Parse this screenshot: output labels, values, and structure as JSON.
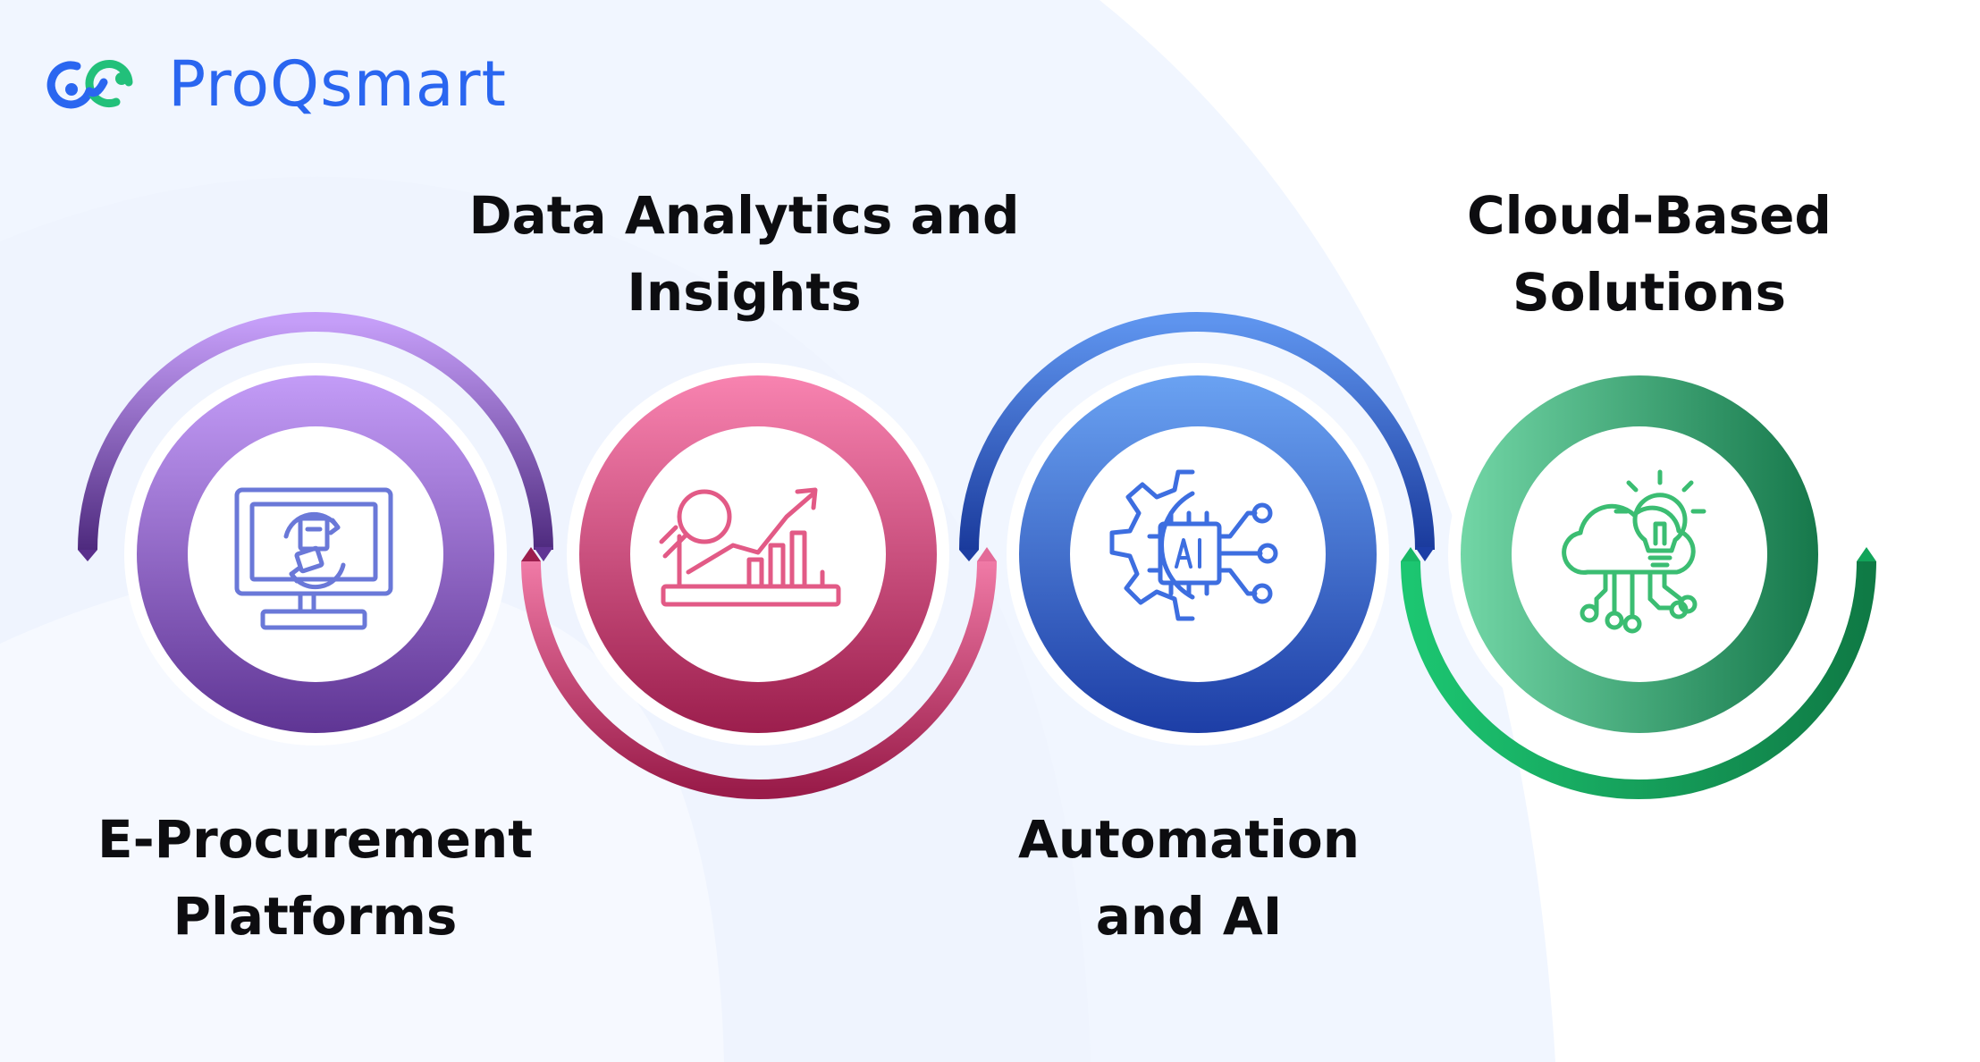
{
  "brand": {
    "name": "ProQsmart",
    "color": "#2a66f0",
    "accent": "#22c07a"
  },
  "steps": [
    {
      "id": "e-procurement",
      "title_lines": [
        "E-Procurement",
        "Platforms"
      ],
      "icon": "computer-monitor-procurement-icon",
      "color_top": "#c39cf7",
      "color_bottom": "#5f3594",
      "icon_color": "#6a78d8"
    },
    {
      "id": "data-analytics",
      "title_lines": [
        "Data Analytics and",
        "Insights"
      ],
      "icon": "analytics-chart-magnifier-icon",
      "color_top": "#f883b0",
      "color_bottom": "#9c1e4d",
      "icon_color": "#e25a86"
    },
    {
      "id": "automation-ai",
      "title_lines": [
        "Automation",
        "and AI"
      ],
      "icon": "ai-gear-circuit-icon",
      "color_top": "#6aa2f2",
      "color_bottom": "#1d3ea6",
      "icon_color": "#3d6ee0"
    },
    {
      "id": "cloud-based",
      "title_lines": [
        "Cloud-Based",
        "Solutions"
      ],
      "icon": "cloud-lightbulb-network-icon",
      "color_top": "#6fd6a2",
      "color_bottom": "#18794d",
      "icon_color": "#3bbd72"
    }
  ]
}
